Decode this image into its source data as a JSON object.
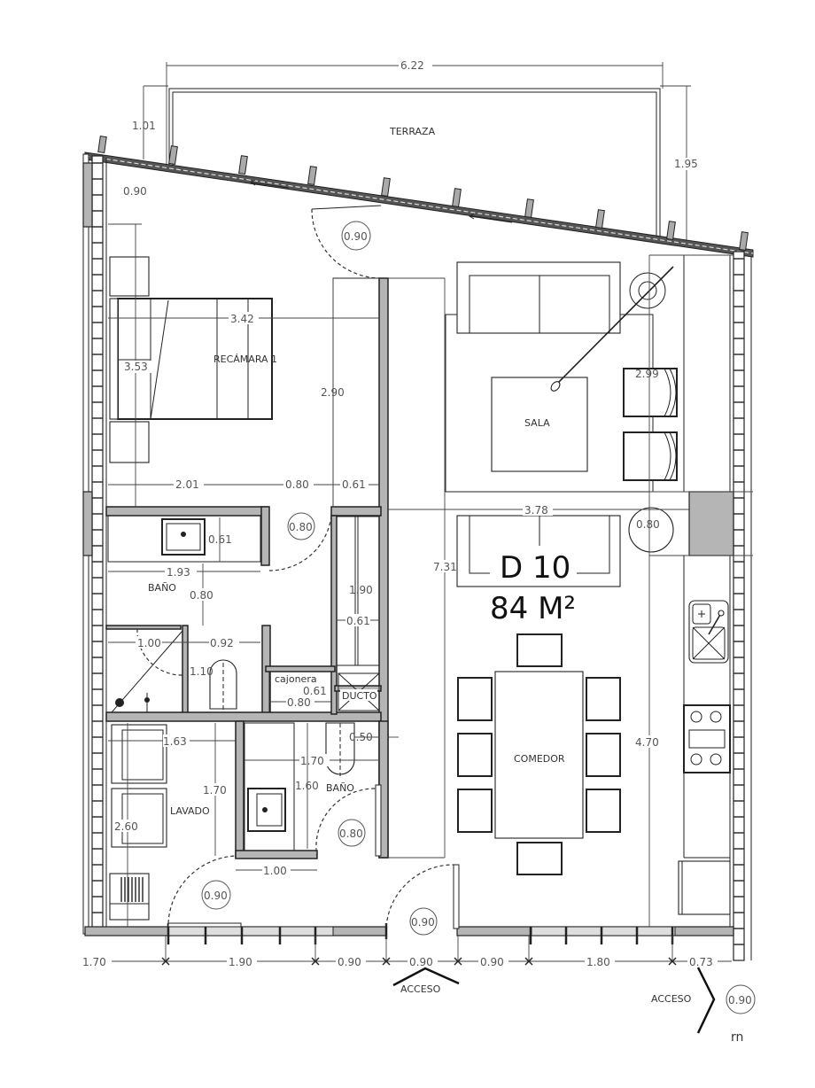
{
  "plan": {
    "unit_id": "D 10",
    "area": "84 M²",
    "colors": {
      "wall_fill": "#b5b5b5",
      "line": "#222222",
      "dim_text": "#555555",
      "background": "#ffffff"
    }
  },
  "rooms": {
    "terraza": "TERRAZA",
    "recamara": "RECÁMARA  1",
    "sala": "SALA",
    "bano_1": "BAÑO",
    "bano_2": "BAÑO",
    "lavado": "LAVADO",
    "comedor": "COMEDOR",
    "cajonera": "cajonera",
    "ducto": "DUCTO"
  },
  "dimensions": {
    "top_width": "6.22",
    "terraza_left_height": "1.01",
    "terraza_right_height": "1.95",
    "left_upper": "0.90",
    "recamara_width": "3.42",
    "recamara_height": "3.53",
    "closet_height": "2.90",
    "rec_2_01": "2.01",
    "rec_0_80": "0.80",
    "rec_0_61": "0.61",
    "bano_vanity_depth": "0.61",
    "bano_width": "1.93",
    "bano_clear": "0.80",
    "shower_width": "1.00",
    "wc_width": "0.92",
    "wc_depth": "1.10",
    "cajonera_depth": "0.61",
    "cajonera_width": "0.80",
    "closet2_height": "1.90",
    "closet2_depth": "0.61",
    "sala_width": "3.78",
    "sala_depth": "2.99",
    "unit_depth": "7.31",
    "kitchen_length": "4.70",
    "lavado_width": "1.63",
    "lavado_height": "1.70",
    "lavado_depth": "2.60",
    "bano2_width": "1.70",
    "bano2_height": "1.60",
    "bano2_wc": "0.50",
    "bano2_door_wall": "1.00",
    "bottom": [
      "1.70",
      "1.90",
      "0.90",
      "0.90",
      "0.90",
      "1.80",
      "0.73"
    ]
  },
  "doors": {
    "terraza_door": "0.90",
    "recamara_bano": "0.80",
    "sala_column": "0.80",
    "bano2_door": "0.80",
    "lavado_door": "0.90",
    "entry_door": "0.90",
    "acceso_right_door": "0.90"
  },
  "labels": {
    "acceso_bottom": "ACCESO",
    "acceso_right": "ACCESO",
    "corner_mark": "rn"
  }
}
